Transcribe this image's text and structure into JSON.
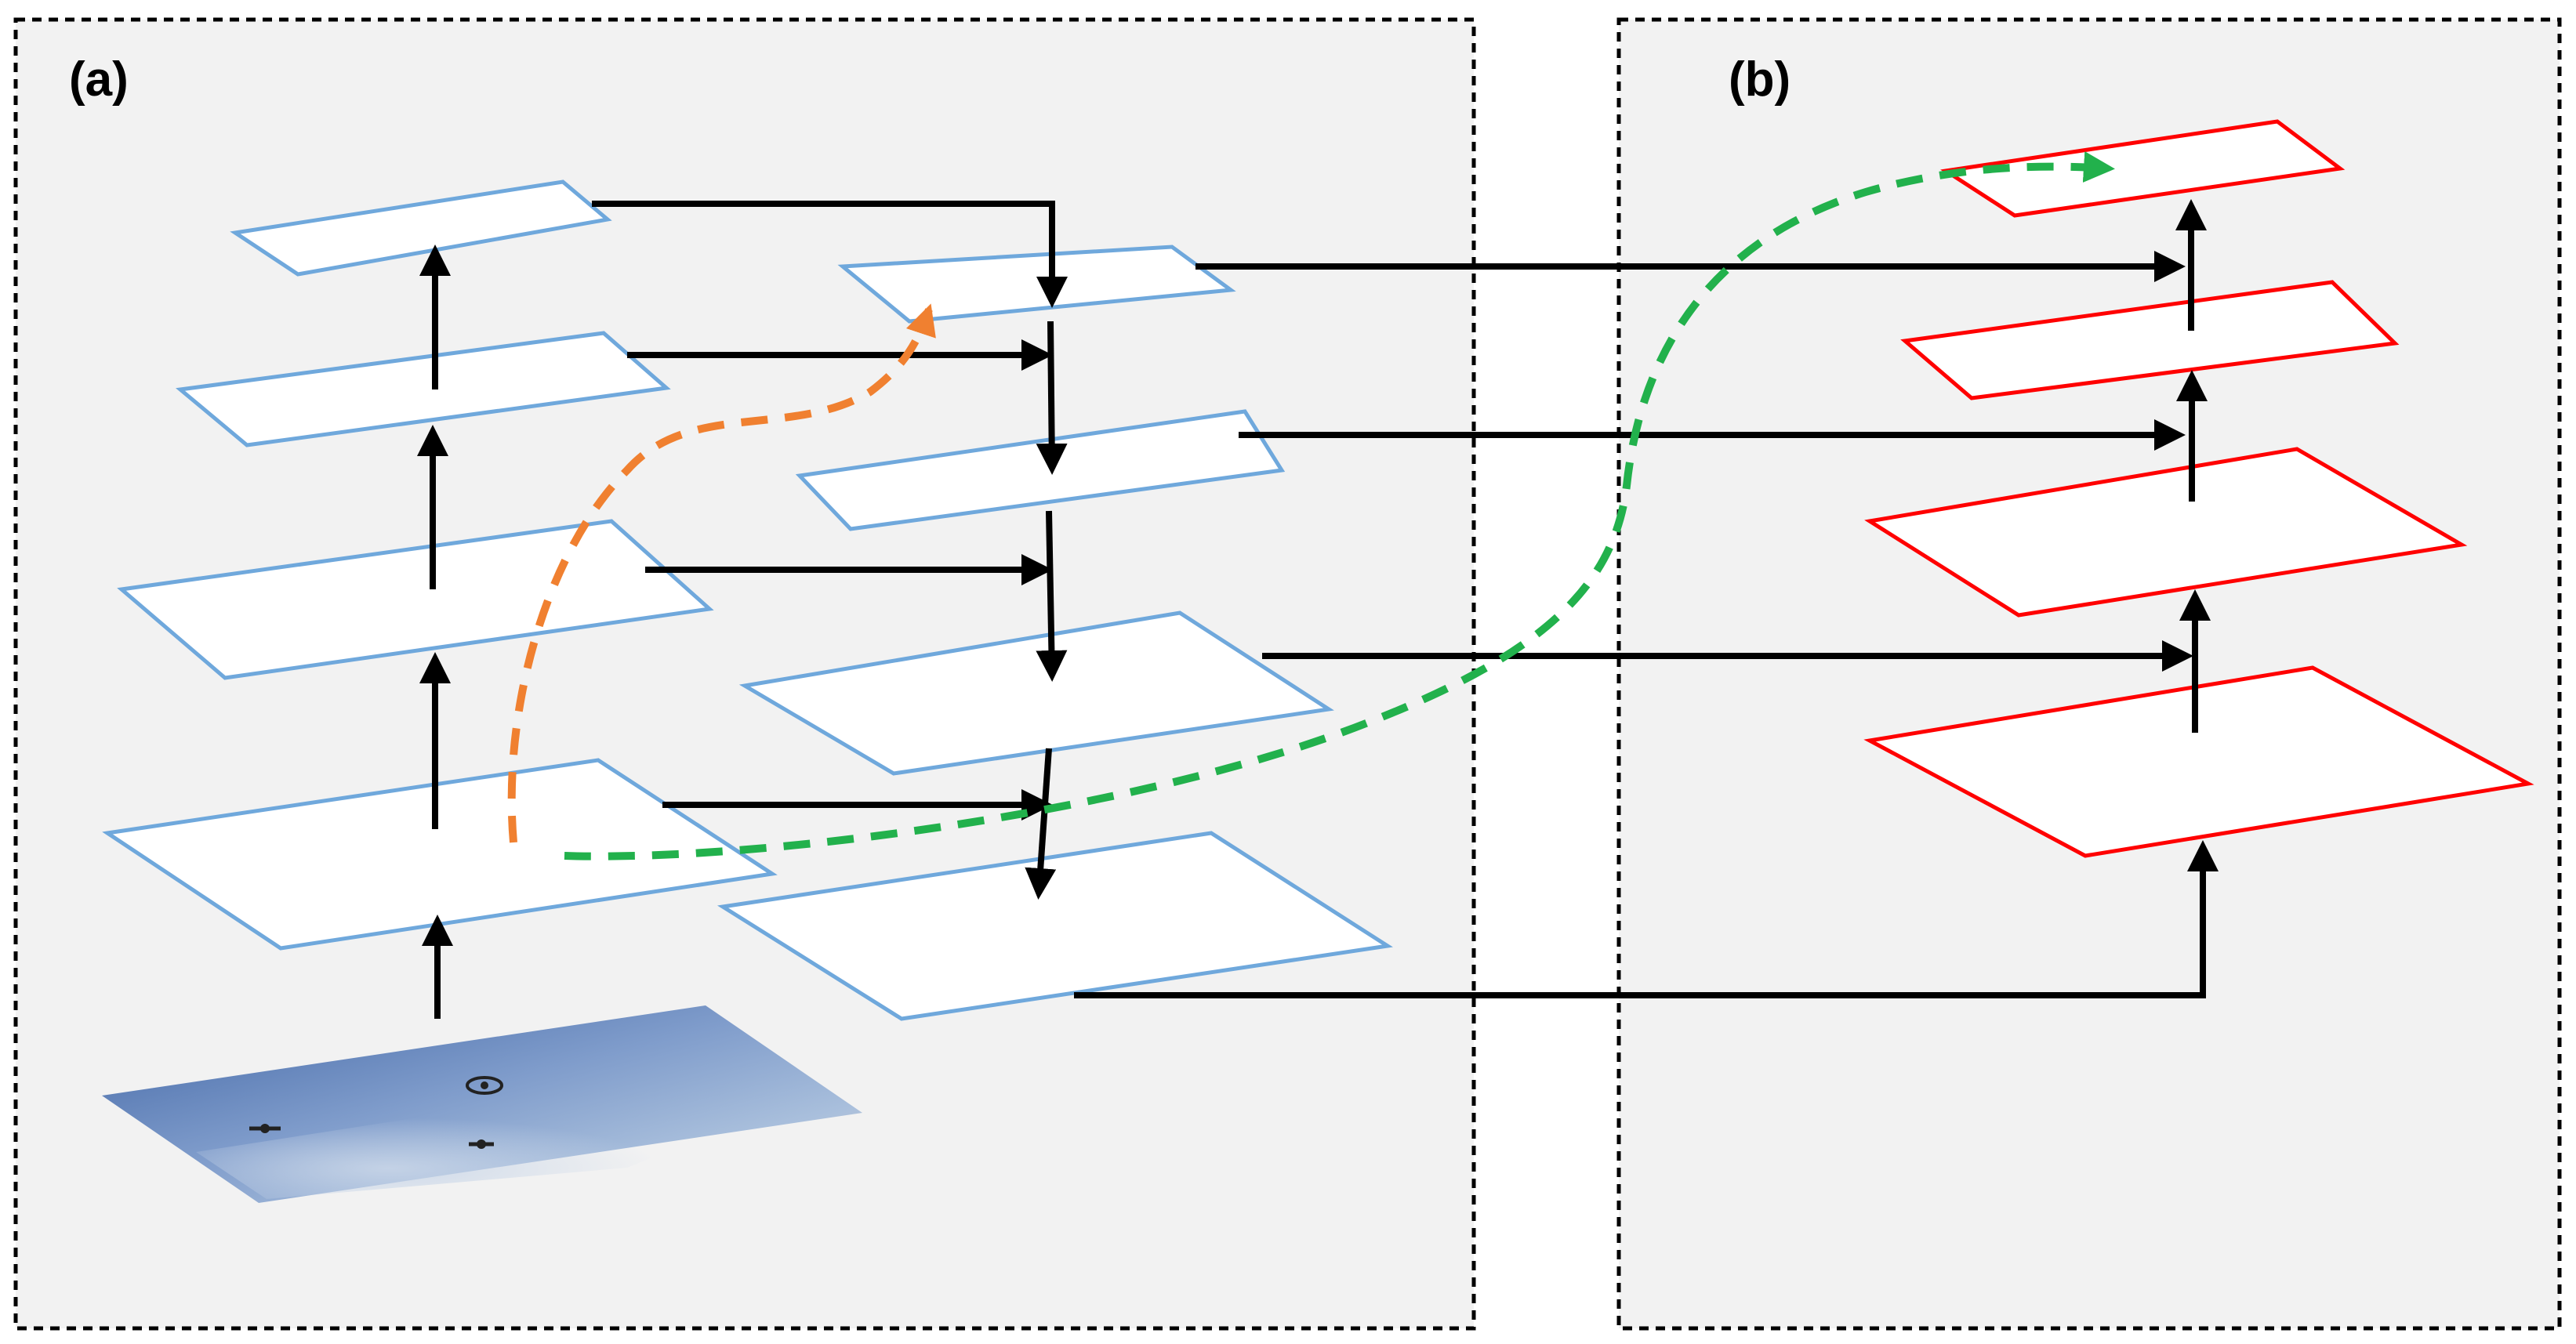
{
  "panels": {
    "a": {
      "label": "(a)"
    },
    "b": {
      "label": "(b)"
    }
  },
  "colors": {
    "backbone_layer_stroke": "#6fa8dc",
    "head_layer_stroke": "#ff0000",
    "arrow": "#000000",
    "orange_flow": "#f08030",
    "green_flow": "#22b14c",
    "panel_background": "#f2f2f2"
  },
  "input_image": {
    "icon": "sky-with-drones-image"
  }
}
